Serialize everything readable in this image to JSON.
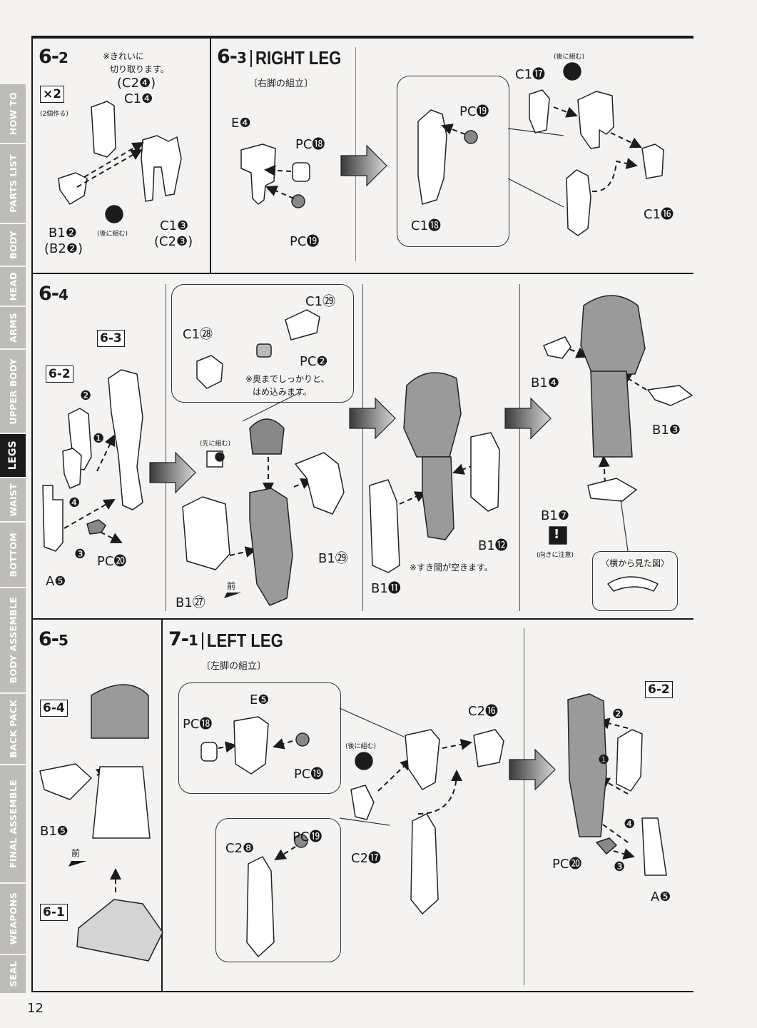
{
  "tabs": [
    "HOW TO",
    "PARTS LIST",
    "BODY",
    "HEAD",
    "ARMS",
    "UPPER BODY",
    "LEGS",
    "WAIST",
    "BOTTOM",
    "BODY ASSEMBLE",
    "BACK PACK",
    "FINAL ASSEMBLE",
    "WEAPONS",
    "SEAL"
  ],
  "active_tab": "LEGS",
  "page_number": "12",
  "s62": {
    "step": "6-",
    "step_num": "2",
    "note_line1": "※きれいに",
    "note_line2": "切り取ります。",
    "mult": "×2",
    "mult_note": "(2個作る)",
    "c24": "(C2❹)",
    "c14": "C1❹",
    "b12": "B1❷",
    "b22": "(B2❷)",
    "later": "(後に組む)",
    "c13": "C1❸",
    "c23": "(C2❸)"
  },
  "s63": {
    "step": "6-",
    "step_num": "3",
    "title": "RIGHT LEG",
    "subtitle": "〔右脚の組立〕",
    "e4": "E❹",
    "pc18": "PC⓲",
    "pc19a": "PC⓳",
    "pc19b": "PC⓳",
    "c18": "C1⓲",
    "later": "(後に組む)",
    "c17": "C1⓱",
    "c16": "C1⓰"
  },
  "s64": {
    "step": "6-",
    "step_num": "4",
    "ref63": "6-3",
    "ref62": "6-2",
    "a5": "A❺",
    "pc20": "PC⓴",
    "n1": "❶",
    "n2": "❷",
    "n3": "❸",
    "n4": "❹",
    "c129": "C1㉙",
    "c128": "C1㉘",
    "pc2": "PC❷",
    "note_line1": "※奥までしっかりと、",
    "note_line2": "はめ込みます。",
    "first": "(先に組む)",
    "b129": "B1㉙",
    "b127": "B1㉗",
    "front": "前",
    "b111": "B1⓫",
    "b112": "B1⓬",
    "gap_note": "※すき間が空きます。",
    "b14": "B1❹",
    "b13": "B1❸",
    "b17": "B1❼",
    "warn": "!",
    "warn_note": "(向きに注意)",
    "side_view": "〈横から見た図〉"
  },
  "s65": {
    "step": "6-",
    "step_num": "5",
    "ref64": "6-4",
    "b15": "B1❺",
    "front": "前",
    "ref61": "6-1"
  },
  "s71": {
    "step": "7-",
    "step_num": "1",
    "title": "LEFT LEG",
    "subtitle": "〔左脚の組立〕",
    "e5": "E❺",
    "pc18": "PC⓲",
    "pc19a": "PC⓳",
    "later": "(後に組む)",
    "c216": "C2⓰",
    "c217": "C2⓱",
    "c28": "C2❽",
    "pc19b": "PC⓳",
    "ref62": "6-2",
    "pc20": "PC⓴",
    "a5": "A❺",
    "n1": "❶",
    "n2": "❷",
    "n3": "❸",
    "n4": "❹"
  }
}
